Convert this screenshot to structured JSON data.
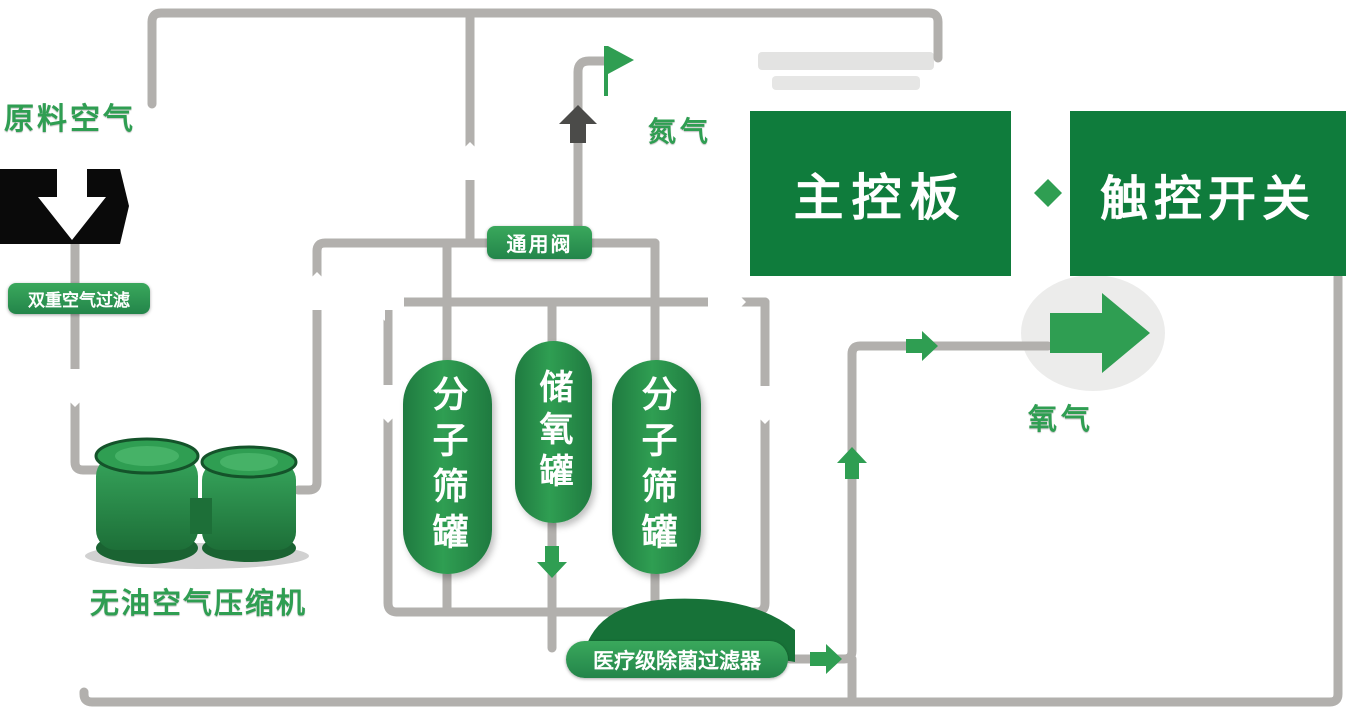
{
  "labels": {
    "raw_air": "原料空气",
    "dual_air_filter": "双重空气过滤",
    "compressor": "无油空气压缩机",
    "universal_valve": "通用阀",
    "sieve_tank_left": "分子筛罐",
    "oxygen_storage_tank": "储氧罐",
    "sieve_tank_right": "分子筛罐",
    "nitrogen": "氮气",
    "main_control_board": "主控板",
    "touch_switch": "触控开关",
    "oxygen": "氧气",
    "sterile_filter": "医疗级除菌过滤器"
  },
  "colors": {
    "green": "#2f9e52",
    "pipe": "#b2b0ad",
    "box-green": "#0f7c3c",
    "tank-green": "#27904b",
    "arrow-dark": "#4b4b49"
  },
  "icons": {
    "inlet_arrow": "big-white-down-arrow",
    "vent_flag": "green-flag",
    "board_link": "green-diamond",
    "oxygen_outlet": "big-green-right-arrow"
  }
}
